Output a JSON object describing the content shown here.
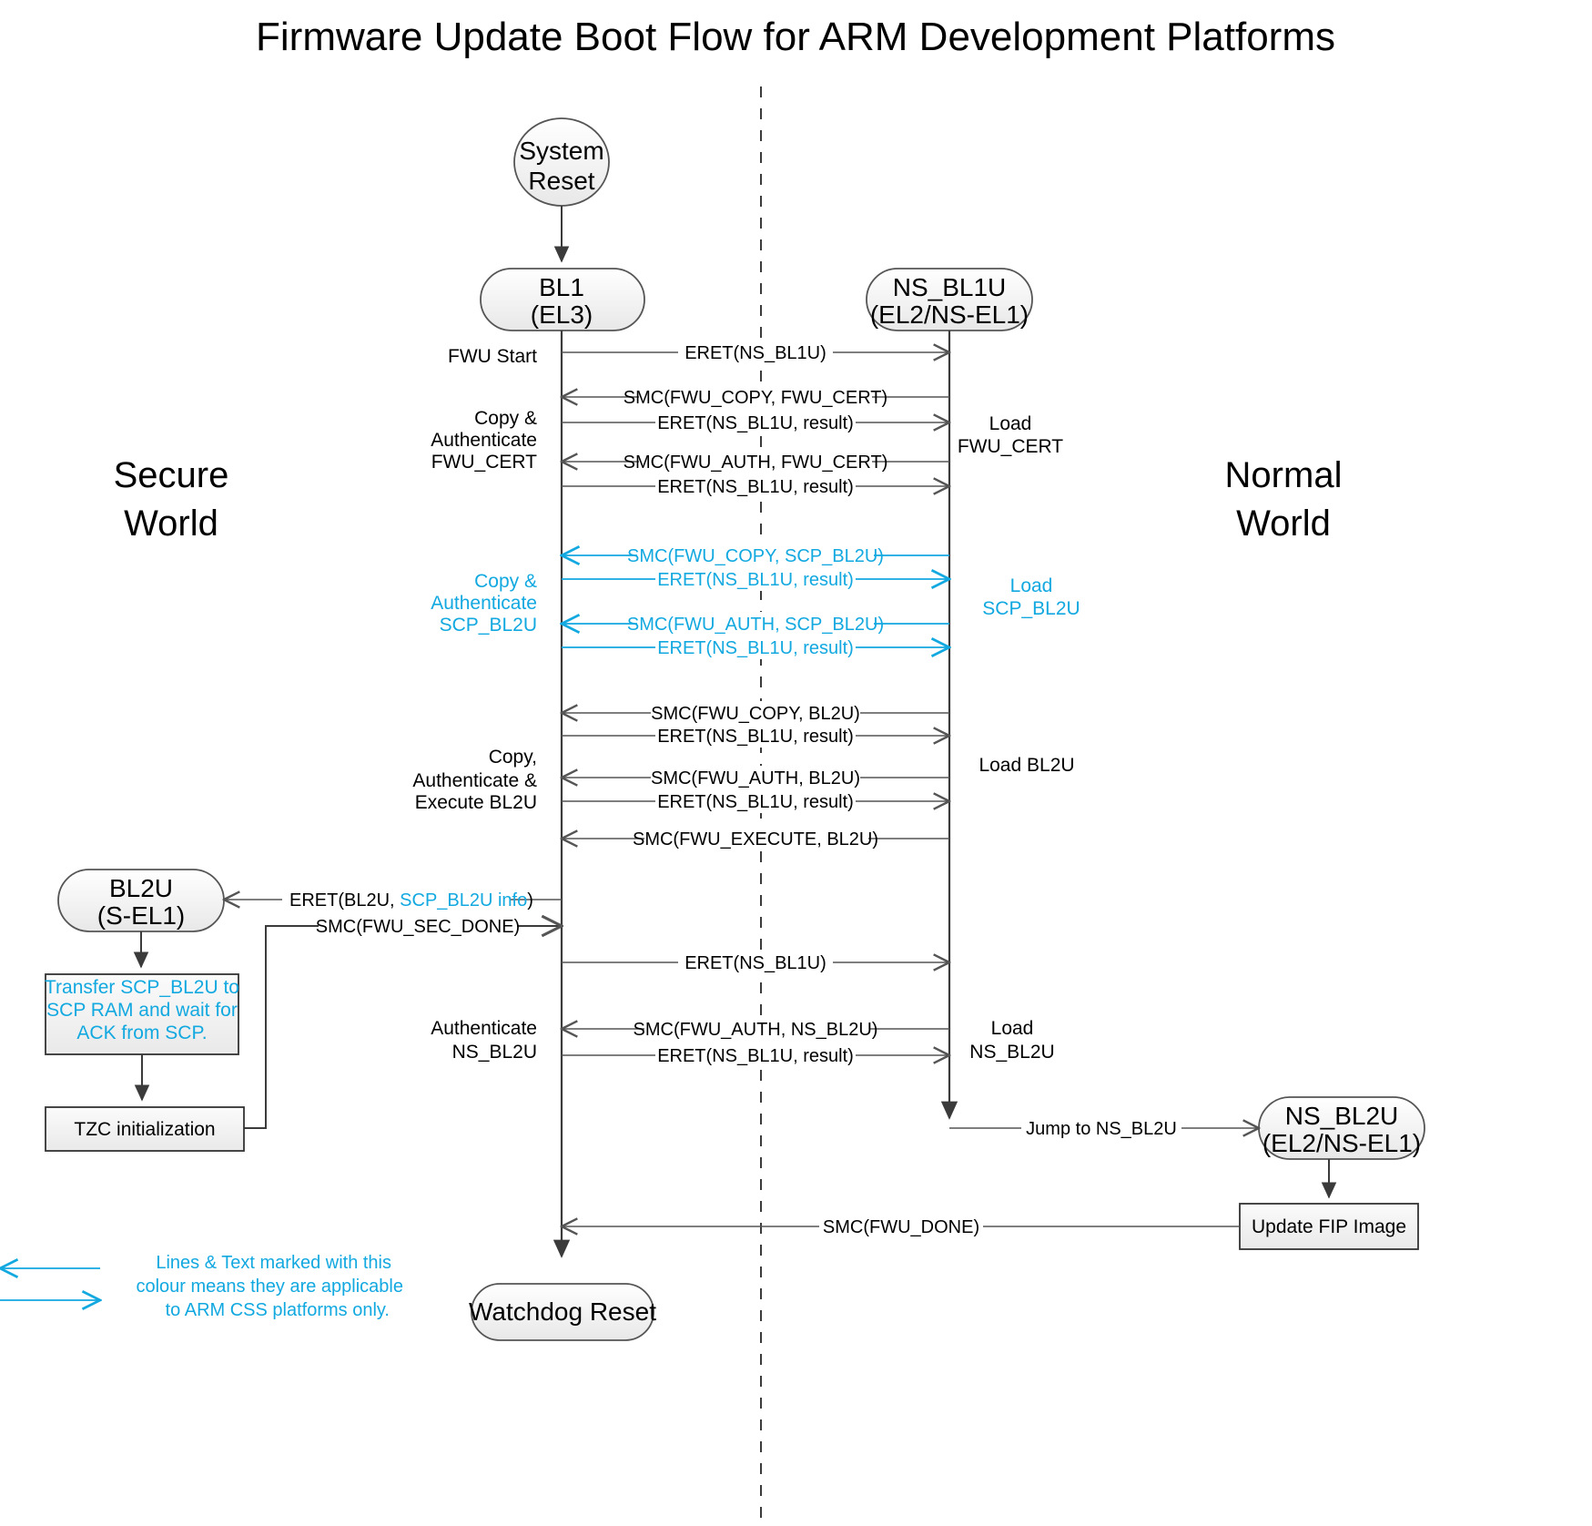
{
  "title": "Firmware Update Boot Flow for ARM Development Platforms",
  "colors": {
    "accent_cyan": "#12A8E0",
    "line": "#3b3b3b",
    "node_stroke": "#555555",
    "node_fill_top": "#ffffff",
    "node_fill_bottom": "#ebebeb",
    "text": "#000000"
  },
  "worlds": {
    "secure_line1": "Secure",
    "secure_line2": "World",
    "normal_line1": "Normal",
    "normal_line2": "World"
  },
  "nodes": {
    "system_reset_line1": "System",
    "system_reset_line2": "Reset",
    "bl1_line1": "BL1",
    "bl1_line2": "(EL3)",
    "ns_bl1u_line1": "NS_BL1U",
    "ns_bl1u_line2": "(EL2/NS-EL1)",
    "bl2u_line1": "BL2U",
    "bl2u_line2": "(S-EL1)",
    "ns_bl2u_line1": "NS_BL2U",
    "ns_bl2u_line2": "(EL2/NS-EL1)",
    "watchdog_reset": "Watchdog Reset"
  },
  "process_boxes": {
    "transfer_line1": "Transfer SCP_BL2U to",
    "transfer_line2": "SCP RAM and wait for",
    "transfer_line3": "ACK from SCP.",
    "tzc_init": "TZC initialization",
    "update_fip": "Update FIP Image"
  },
  "left_annotations": [
    {
      "lines": [
        "FWU Start"
      ],
      "cyan": false
    },
    {
      "lines": [
        "Copy &",
        "Authenticate",
        "FWU_CERT"
      ],
      "cyan": false
    },
    {
      "lines": [
        "Copy &",
        "Authenticate",
        "SCP_BL2U"
      ],
      "cyan": true
    },
    {
      "lines": [
        "Copy,",
        "Authenticate &",
        "Execute BL2U"
      ],
      "cyan": false
    },
    {
      "lines": [
        "Authenticate",
        "NS_BL2U"
      ],
      "cyan": false
    }
  ],
  "right_annotations": [
    {
      "lines": [
        "Load",
        "FWU_CERT"
      ],
      "cyan": false
    },
    {
      "lines": [
        "Load",
        "SCP_BL2U"
      ],
      "cyan": true
    },
    {
      "lines": [
        "Load BL2U"
      ],
      "cyan": false
    },
    {
      "lines": [
        "Load",
        "NS_BL2U"
      ],
      "cyan": false
    }
  ],
  "messages": [
    {
      "label": "ERET(NS_BL1U)",
      "dir": "right",
      "cyan": false
    },
    {
      "label": "SMC(FWU_COPY, FWU_CERT)",
      "dir": "left",
      "cyan": false
    },
    {
      "label": "ERET(NS_BL1U, result)",
      "dir": "right",
      "cyan": false
    },
    {
      "label": "SMC(FWU_AUTH, FWU_CERT)",
      "dir": "left",
      "cyan": false
    },
    {
      "label": "ERET(NS_BL1U, result)",
      "dir": "right",
      "cyan": false
    },
    {
      "label": "SMC(FWU_COPY, SCP_BL2U)",
      "dir": "left",
      "cyan": true
    },
    {
      "label": "ERET(NS_BL1U, result)",
      "dir": "right",
      "cyan": true
    },
    {
      "label": "SMC(FWU_AUTH, SCP_BL2U)",
      "dir": "left",
      "cyan": true
    },
    {
      "label": "ERET(NS_BL1U, result)",
      "dir": "right",
      "cyan": true
    },
    {
      "label": "SMC(FWU_COPY, BL2U)",
      "dir": "left",
      "cyan": false
    },
    {
      "label": "ERET(NS_BL1U, result)",
      "dir": "right",
      "cyan": false
    },
    {
      "label": "SMC(FWU_AUTH, BL2U)",
      "dir": "left",
      "cyan": false
    },
    {
      "label": "ERET(NS_BL1U, result)",
      "dir": "right",
      "cyan": false
    },
    {
      "label": "SMC(FWU_EXECUTE, BL2U)",
      "dir": "left",
      "cyan": false
    },
    {
      "label": "ERET(NS_BL1U)",
      "dir": "right",
      "cyan": false
    },
    {
      "label": "SMC(FWU_AUTH, NS_BL2U)",
      "dir": "left",
      "cyan": false
    },
    {
      "label": "ERET(NS_BL1U, result)",
      "dir": "right",
      "cyan": false
    }
  ],
  "bl2u_messages": {
    "eret_bl2u_prefix": "ERET(BL2U, ",
    "eret_bl2u_cyan": "SCP_BL2U info",
    "eret_bl2u_suffix": ")",
    "smc_sec_done": "SMC(FWU_SEC_DONE)"
  },
  "tail_messages": {
    "jump_to_ns_bl2u": "Jump to NS_BL2U",
    "smc_fwu_done": "SMC(FWU_DONE)"
  },
  "legend": {
    "line1": "Lines & Text marked with this",
    "line2": "colour means they are applicable",
    "line3": "to ARM CSS platforms only."
  }
}
